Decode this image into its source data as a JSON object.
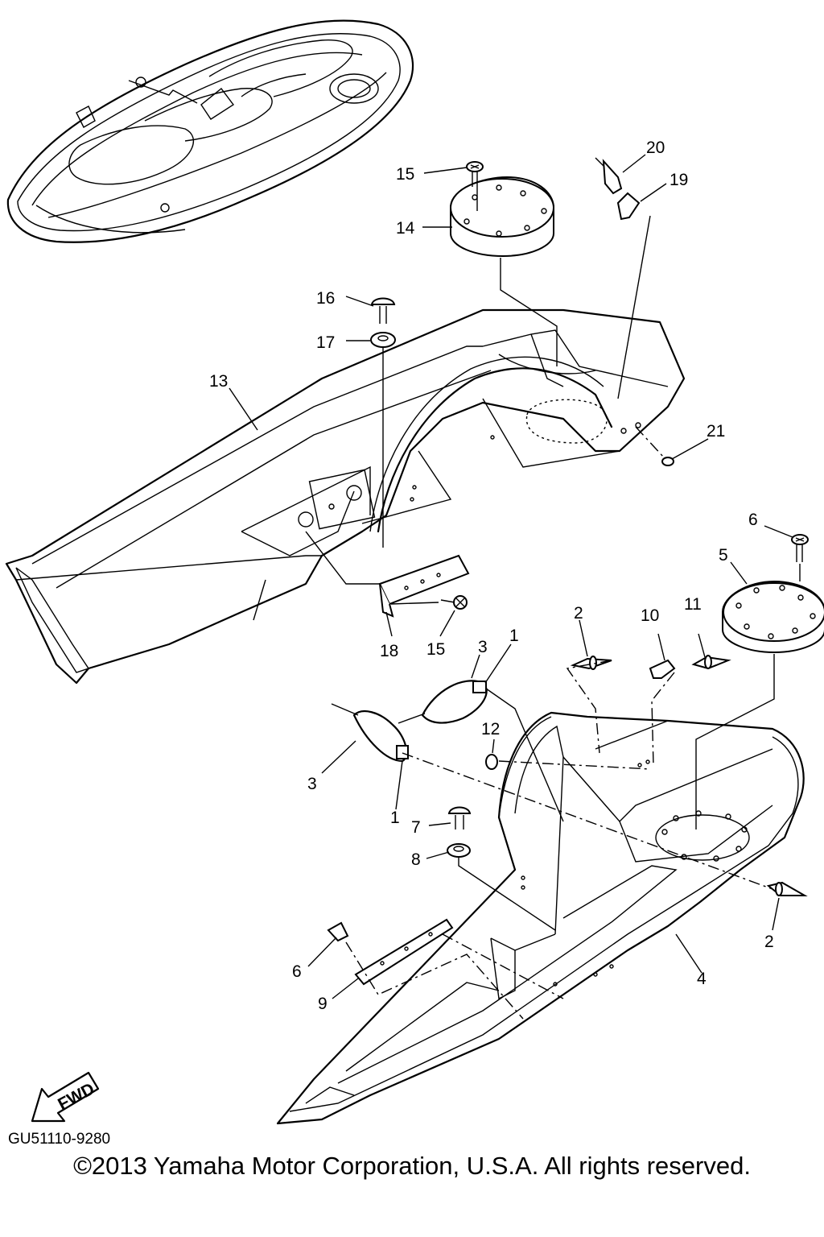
{
  "diagram": {
    "code": "GU51110-9280",
    "copyright": "©2013 Yamaha Motor Corporation, U.S.A. All rights reserved.",
    "fwd_label": "FWD",
    "callouts": {
      "p1a": "1",
      "p1b": "1",
      "p2a": "2",
      "p2b": "2",
      "p3a": "3",
      "p3b": "3",
      "p4": "4",
      "p5": "5",
      "p6a": "6",
      "p6b": "6",
      "p7": "7",
      "p8": "8",
      "p9": "9",
      "p10": "10",
      "p11": "11",
      "p12": "12",
      "p13": "13",
      "p14": "14",
      "p15a": "15",
      "p15b": "15",
      "p16": "16",
      "p17": "17",
      "p18": "18",
      "p19": "19",
      "p20": "20",
      "p21": "21"
    }
  }
}
